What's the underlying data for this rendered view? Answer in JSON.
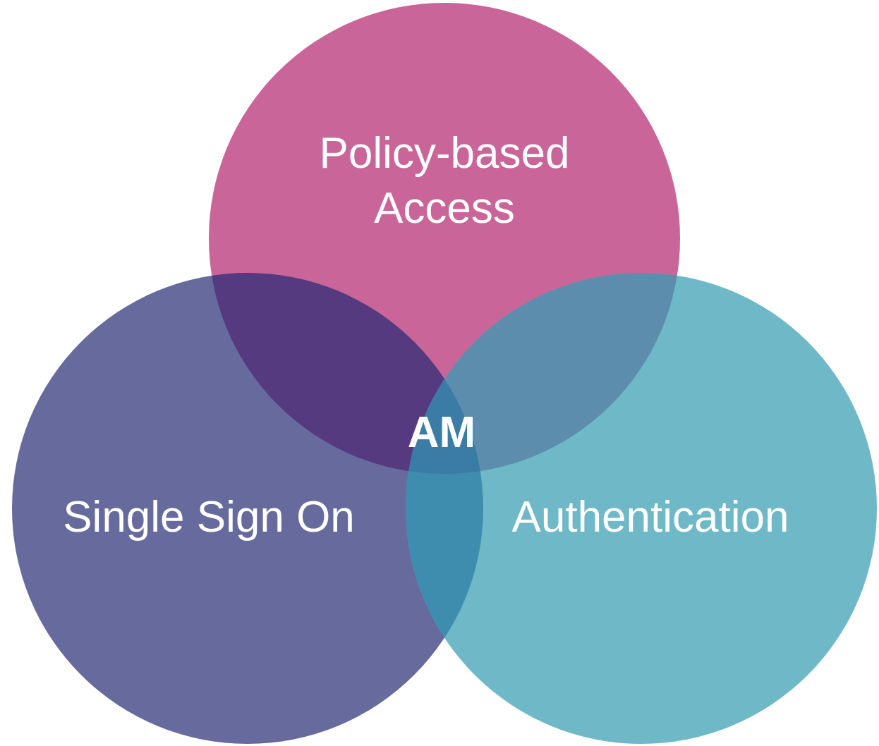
{
  "diagram": {
    "type": "venn",
    "center_label": "AM",
    "sets": [
      {
        "id": "policy",
        "label_lines": [
          "Policy-based",
          "Access"
        ],
        "color": "#C96598"
      },
      {
        "id": "sso",
        "label_lines": [
          "Single Sign On"
        ],
        "color": "#666A9C"
      },
      {
        "id": "auth",
        "label_lines": [
          "Authentication"
        ],
        "color": "#6EB8C8"
      }
    ],
    "overlap_colors": {
      "policy_sso": "#553A80",
      "policy_auth": "#5D8DAC",
      "sso_auth": "#3F8DAE",
      "all": "#3A7CA5"
    }
  }
}
